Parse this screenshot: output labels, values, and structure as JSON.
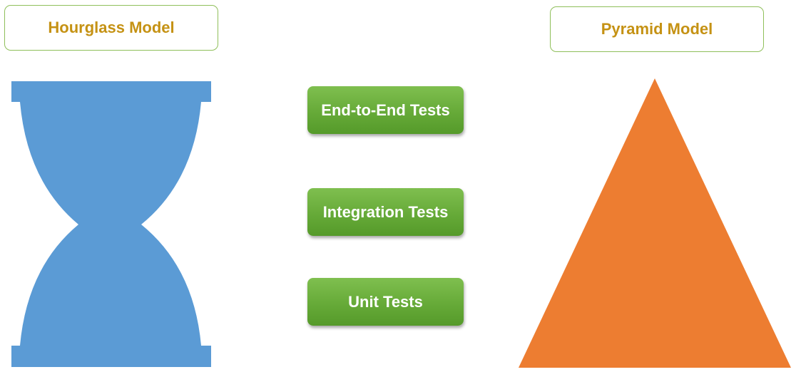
{
  "titles": {
    "hourglass": "Hourglass Model",
    "pyramid": "Pyramid Model"
  },
  "tests": {
    "end_to_end": "End-to-End Tests",
    "integration": "Integration Tests",
    "unit": "Unit Tests"
  },
  "colors": {
    "hourglass_fill": "#5b9bd5",
    "pyramid_fill": "#ed7d31",
    "title_text": "#c59214",
    "title_border": "#8fbf5a",
    "button_fill": "#6aaf3c"
  }
}
